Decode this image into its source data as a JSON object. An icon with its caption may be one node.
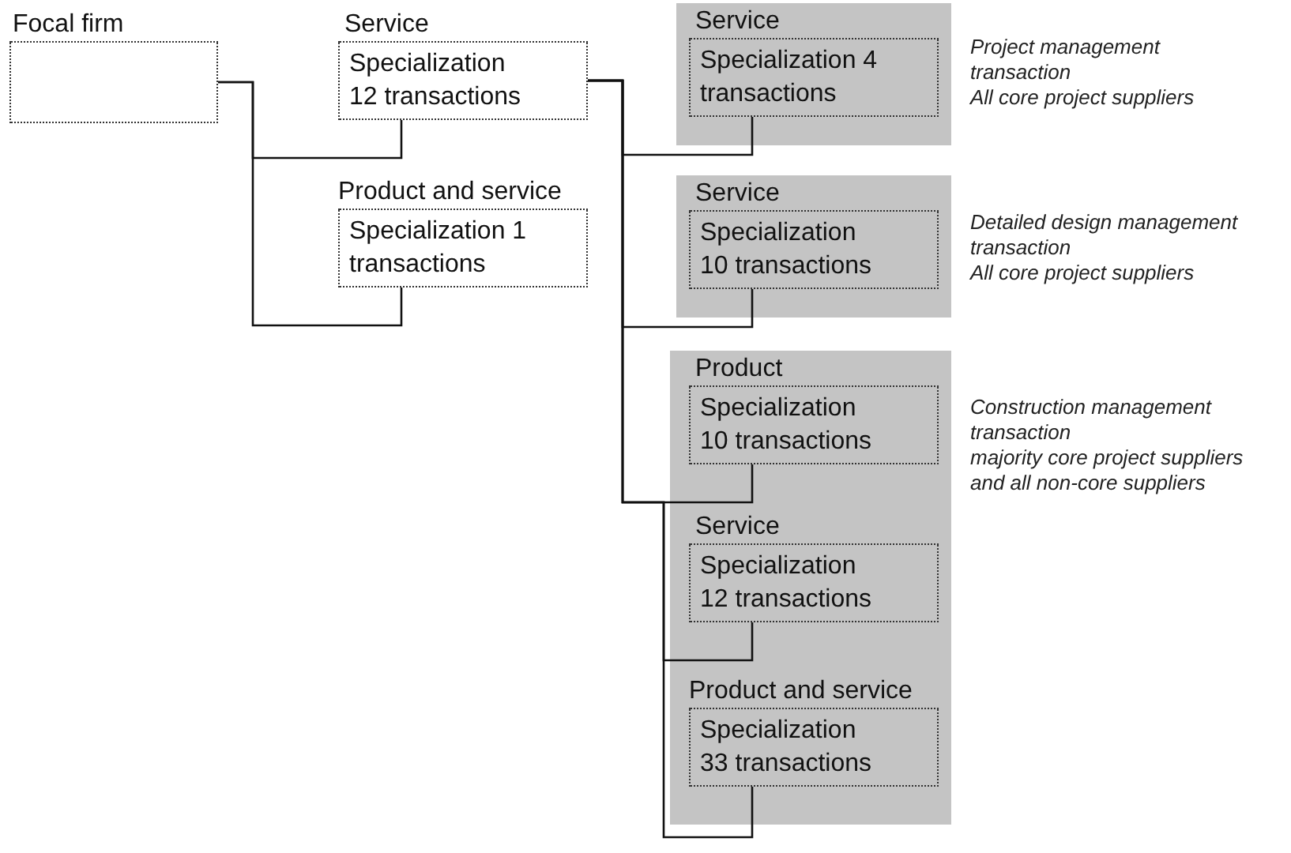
{
  "diagram": {
    "nodes": [
      {
        "text": [
          "Focal firm"
        ]
      },
      {
        "text": [
          "Service",
          "Specialization 12 transactions"
        ]
      },
      {
        "text": [
          "Product and service",
          "Specialization 1 transactions"
        ]
      },
      {
        "text": [],
        "shape": "box",
        "beside": [
          "Project management transaction",
          "All core project suppliers"
        ]
      },
      {
        "text": [
          "Service",
          "Specialization 4 transactions"
        ],
        "in": 3
      },
      {
        "text": [],
        "shape": "box",
        "beside": [
          "Detailed design management transaction",
          "All core project suppliers"
        ]
      },
      {
        "text": [
          "Service",
          "Specialization 10 transactions"
        ],
        "in": 5
      },
      {
        "text": [],
        "shape": "box",
        "beside": [
          "Construction management transaction",
          "majority core project suppliers and all non-core suppliers"
        ]
      },
      {
        "text": [
          "Product",
          "Specialization 10 transactions"
        ],
        "in": 7
      },
      {
        "text": [
          "Service",
          "Specialization 12 transactions"
        ],
        "in": 7
      },
      {
        "text": [
          "Product and service",
          "Specialization 33 transactions"
        ],
        "in": 7
      }
    ],
    "edges": [
      {
        "from": 0,
        "to": 1,
        "arrow": "none"
      },
      {
        "from": 0,
        "to": 2,
        "arrow": "none"
      },
      {
        "from": 1,
        "to": 4,
        "arrow": "none"
      },
      {
        "from": 1,
        "to": 6,
        "arrow": "none"
      },
      {
        "from": 1,
        "to": 8,
        "arrow": "none"
      },
      {
        "from": 1,
        "to": 9,
        "arrow": "none"
      },
      {
        "from": 1,
        "to": 10,
        "arrow": "none"
      }
    ]
  }
}
